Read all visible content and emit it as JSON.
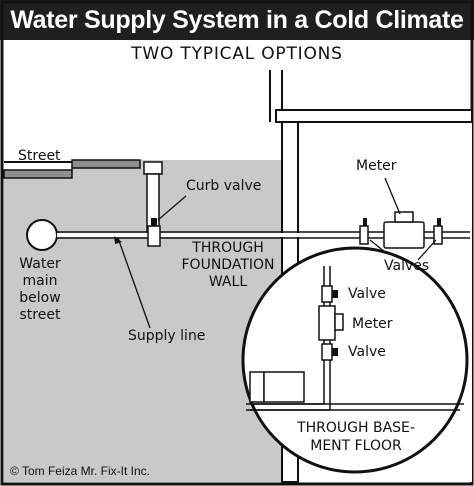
{
  "header": {
    "title": "Water Supply System in a Cold Climate"
  },
  "subtitle": "TWO TYPICAL OPTIONS",
  "labels": {
    "street": "Street",
    "curb_valve": "Curb valve",
    "meter": "Meter",
    "through_foundation_1": "THROUGH",
    "through_foundation_2": "FOUNDATION",
    "through_foundation_3": "WALL",
    "valves": "Valves",
    "water_main_1": "Water",
    "water_main_2": "main",
    "water_main_3": "below",
    "water_main_4": "street",
    "supply_line": "Supply line",
    "inset_valve_top": "Valve",
    "inset_meter": "Meter",
    "inset_valve_bottom": "Valve",
    "through_basement_1": "THROUGH BASE-",
    "through_basement_2": "MENT FLOOR"
  },
  "credit": "© Tom Feiza Mr. Fix-It Inc.",
  "colors": {
    "ground": "#c9c9c9",
    "ink": "#111111",
    "banner": "#1f1f1f"
  }
}
